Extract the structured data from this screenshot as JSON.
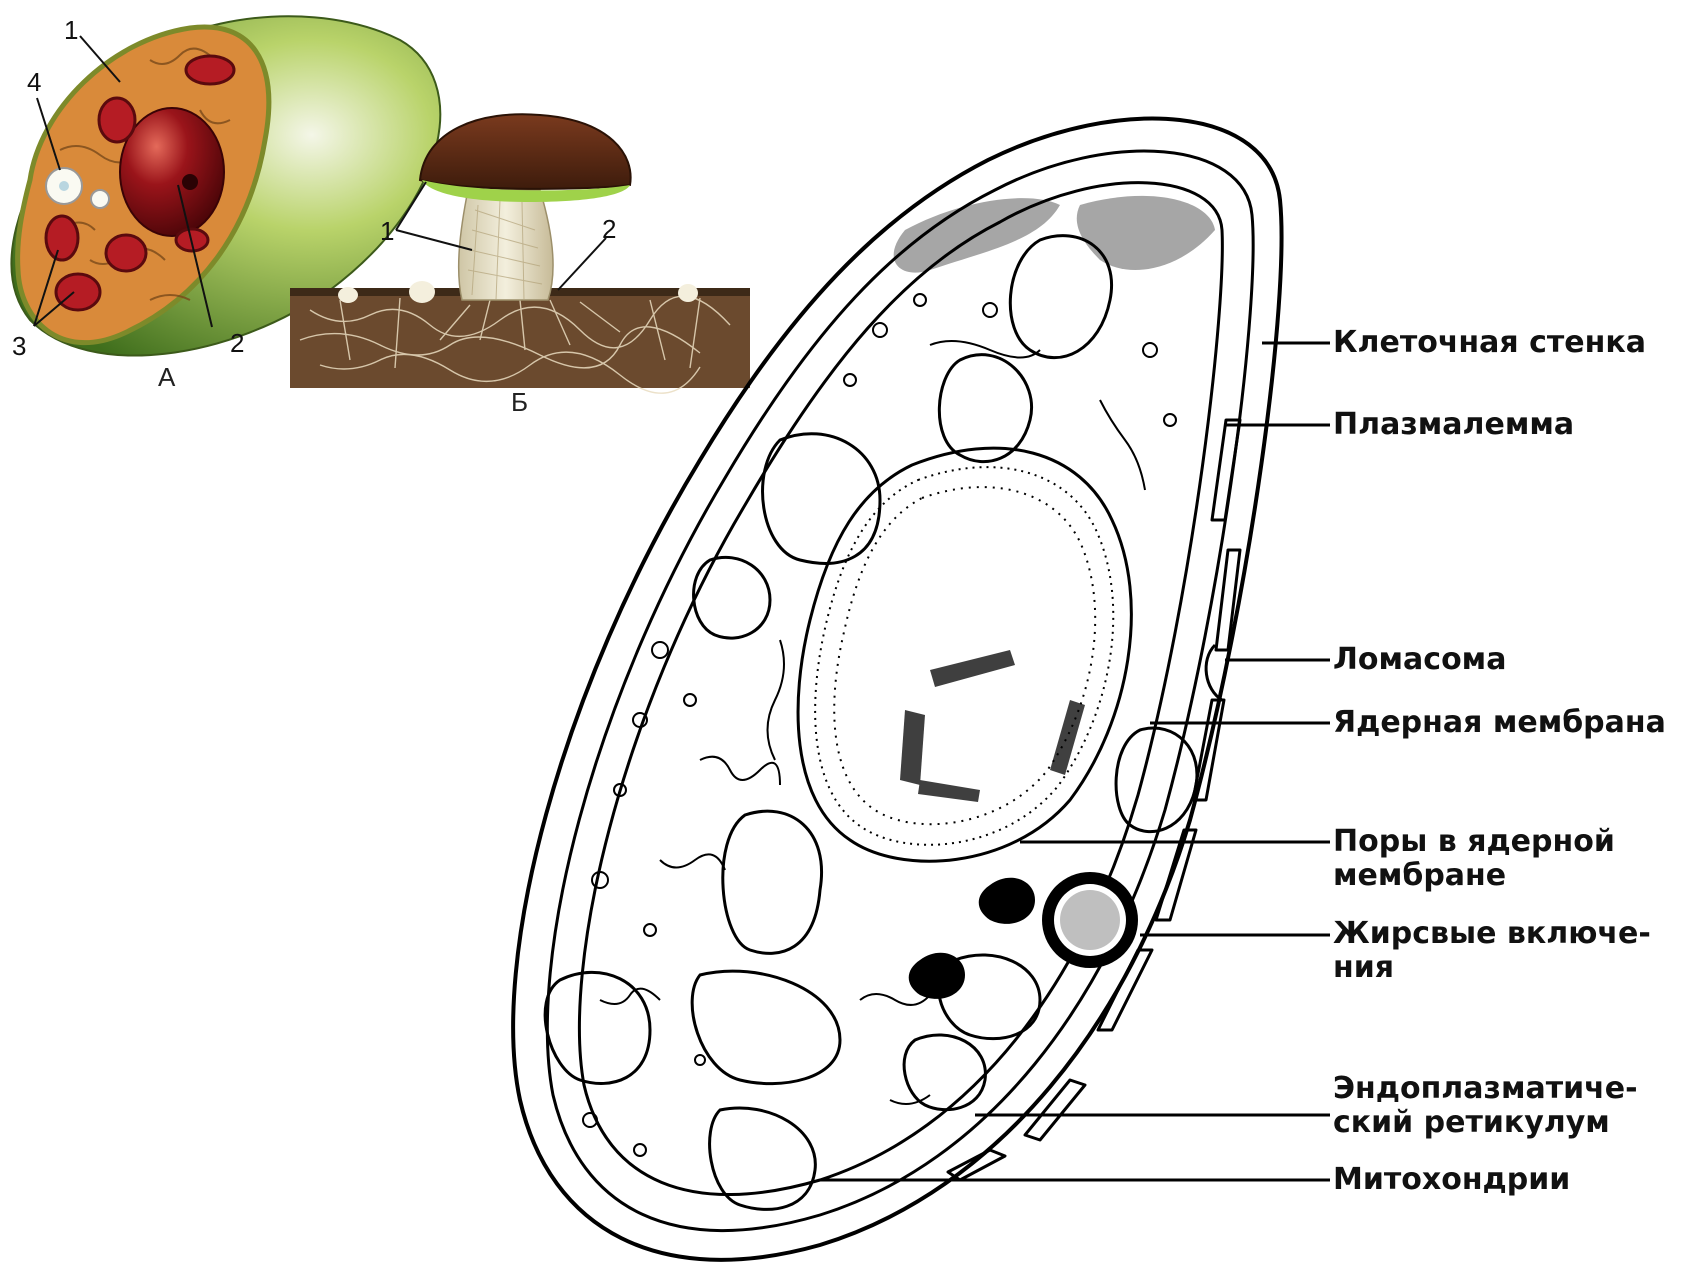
{
  "panel_a": {
    "letter": "А",
    "numbers": [
      "1",
      "2",
      "3",
      "4"
    ]
  },
  "panel_b": {
    "letter": "Б",
    "numbers": [
      "1",
      "2"
    ]
  },
  "cell_diagram": {
    "labels": [
      {
        "lines": [
          "Клеточная стенка"
        ]
      },
      {
        "lines": [
          "Плазмалемма"
        ]
      },
      {
        "lines": [
          "Ломасома"
        ]
      },
      {
        "lines": [
          "Ядерная мембрана"
        ]
      },
      {
        "lines": [
          "Поры в ядерной",
          "мембране"
        ]
      },
      {
        "lines": [
          "Жирсвые включе-",
          "ния"
        ]
      },
      {
        "lines": [
          "Эндоплазматиче-",
          "ский ретикулум"
        ]
      },
      {
        "lines": [
          "Митохондрии"
        ]
      }
    ]
  },
  "colors": {
    "cytoplasm": "#d98a3a",
    "wall_green": "#8fb54a",
    "nucleus": "#7a0e12",
    "organelle_red": "#c2252b",
    "mushroom_cap": "#5a2a14",
    "mushroom_stem": "#e8e0c8",
    "soil": "#6b4a2e"
  }
}
